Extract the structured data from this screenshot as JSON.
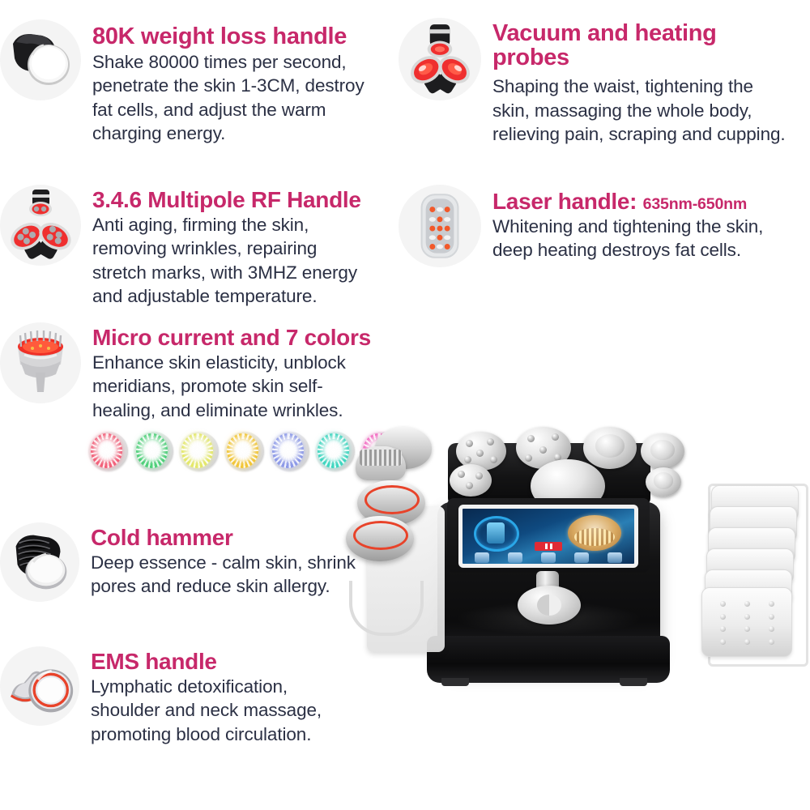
{
  "theme": {
    "heading_color": "#c7286a",
    "body_color": "#2b3044",
    "icon_bg": "#f4f4f4",
    "page_bg": "#ffffff"
  },
  "features": [
    {
      "id": "80k-weight-loss-handle",
      "icon_name": "cavitation-handle-icon",
      "title": "80K weight loss handle",
      "desc": "Shake 80000 times per second,\npenetrate the skin 1-3CM, destroy\nfat cells, and adjust the warm\ncharging energy."
    },
    {
      "id": "vacuum-and-heating-probes",
      "icon_name": "vacuum-probes-icon",
      "title": "Vacuum and heating\nprobes",
      "desc": "Shaping the waist, tightening the\nskin, massaging the whole body,\nrelieving pain, scraping and cupping."
    },
    {
      "id": "multipole-rf-handle",
      "icon_name": "rf-multipole-handle-icon",
      "title": "3.4.6 Multipole RF Handle",
      "desc": "Anti aging, firming the skin,\nremoving wrinkles, repairing\nstretch marks, with 3MHZ energy\nand adjustable temperature."
    },
    {
      "id": "laser-handle",
      "icon_name": "laser-pad-icon",
      "title": "Laser handle: ",
      "title_sub": "635nm-650nm",
      "desc": "Whitening and tightening the skin,\ndeep heating destroys fat cells."
    },
    {
      "id": "micro-current-and-7-colors",
      "icon_name": "microcurrent-head-icon",
      "title": "Micro current and 7 colors",
      "desc": "Enhance skin elasticity, unblock\nmeridians, promote skin self-\nhealing, and eliminate wrinkles."
    },
    {
      "id": "cold-hammer",
      "icon_name": "cold-hammer-icon",
      "title": "Cold hammer",
      "desc": "Deep essence - calm skin, shrink\npores and reduce skin allergy."
    },
    {
      "id": "ems-handle",
      "icon_name": "ems-handle-icon",
      "title": "EMS handle",
      "desc": "Lymphatic detoxification,\nshoulder and neck massage,\npromoting blood circulation."
    }
  ],
  "led_colors": [
    {
      "name": "red",
      "hex": "#f2617a"
    },
    {
      "name": "green",
      "hex": "#4fd07a"
    },
    {
      "name": "yellow-green",
      "hex": "#e4e86a"
    },
    {
      "name": "yellow",
      "hex": "#f2c638"
    },
    {
      "name": "blue",
      "hex": "#8d9ae8"
    },
    {
      "name": "cyan",
      "hex": "#3fd6c0"
    },
    {
      "name": "magenta",
      "hex": "#f364c0"
    }
  ],
  "machine": {
    "name": "multifunction-cavitation-machine",
    "body_color": "#111112",
    "accent_color": "#e8432a",
    "screen_name": "touchscreen-display"
  }
}
